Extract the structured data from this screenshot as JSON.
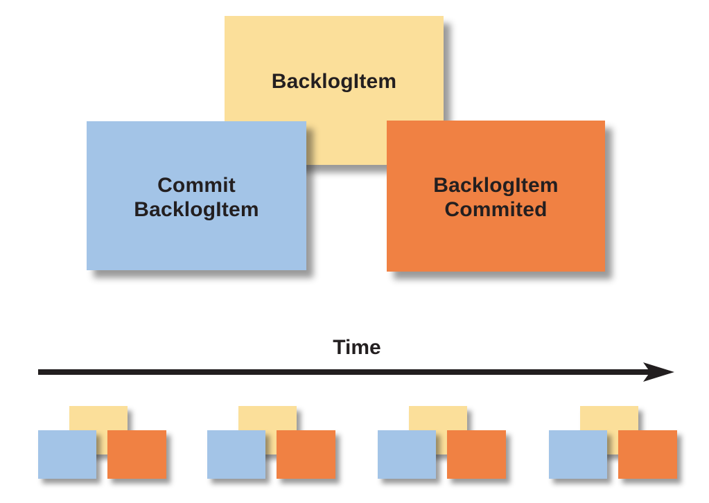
{
  "colors": {
    "yellow": "#FBDF9A",
    "blue": "#A3C4E7",
    "orange": "#F08143",
    "text": "#231F20",
    "arrow": "#221E1F"
  },
  "cards": {
    "backlog_item": {
      "label": "BacklogItem",
      "color": "#FBDF9A"
    },
    "commit_backlog_item": {
      "line1": "Commit",
      "line2": "BacklogItem",
      "color": "#A3C4E7"
    },
    "backlog_item_commited": {
      "line1": "BacklogItem",
      "line2": "Commited",
      "color": "#F08143"
    }
  },
  "timeline": {
    "label": "Time",
    "arrow_color": "#221E1F"
  },
  "clusters": {
    "count": 4,
    "note_colors": {
      "yellow": "#FBDF9A",
      "blue": "#A3C4E7",
      "orange": "#F08143"
    }
  }
}
